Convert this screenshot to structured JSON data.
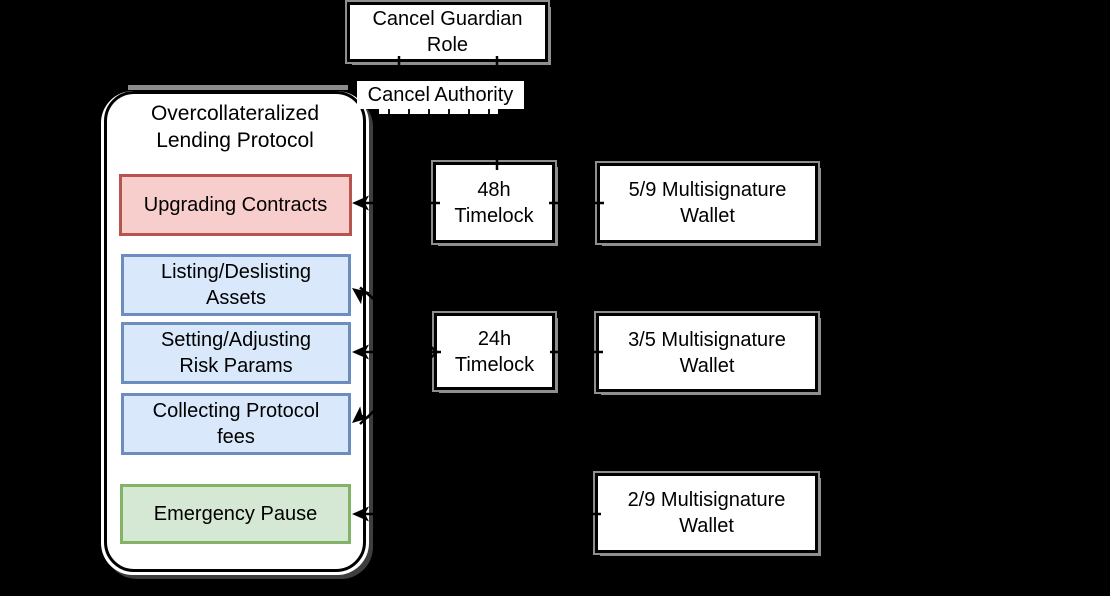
{
  "diagram": {
    "cancel_guardian": {
      "line1": "Cancel Guardian",
      "line2": "Role"
    },
    "cancel_authority_label": "Cancel Authority",
    "container": {
      "title_line1": "Overcollateralized",
      "title_line2": "Lending Protocol"
    },
    "nodes": {
      "upgrading": {
        "label": "Upgrading Contracts"
      },
      "listing": {
        "line1": "Listing/Deslisting",
        "line2": "Assets"
      },
      "setting": {
        "line1": "Setting/Adjusting",
        "line2": "Risk Params"
      },
      "collecting": {
        "line1": "Collecting Protocol",
        "line2": "fees"
      },
      "emergency": {
        "label": "Emergency Pause"
      },
      "timelock48": {
        "line1": "48h",
        "line2": "Timelock"
      },
      "timelock24": {
        "line1": "24h",
        "line2": "Timelock"
      },
      "multisig59": {
        "line1": "5/9 Multisignature",
        "line2": "Wallet"
      },
      "multisig35": {
        "line1": "3/5 Multisignature",
        "line2": "Wallet"
      },
      "multisig29": {
        "line1": "2/9 Multisignature",
        "line2": "Wallet"
      }
    },
    "palette": {
      "upgrading_fill": "#f8cecc",
      "upgrading_stroke": "#b85450",
      "governance_fill": "#dae8fc",
      "governance_stroke": "#6c8ebf",
      "emergency_fill": "#d5e8d4",
      "emergency_stroke": "#82b366",
      "plain_fill": "#ffffff",
      "plain_stroke": "#000000",
      "background": "#000000"
    }
  }
}
